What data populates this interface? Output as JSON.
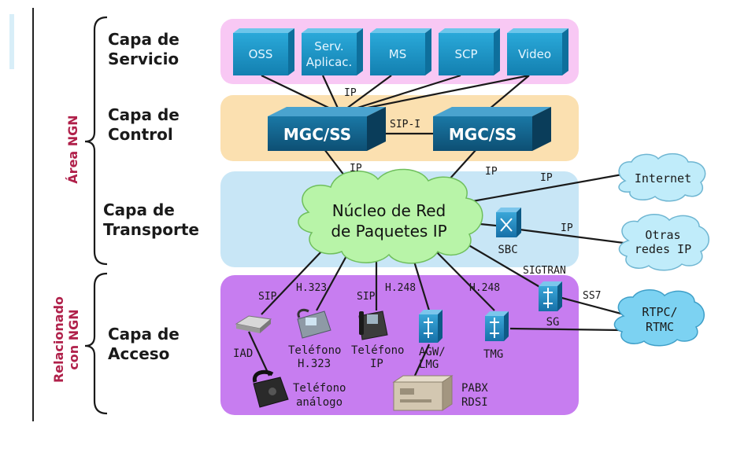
{
  "side_labels": {
    "ngn_area": "Área NGN",
    "ngn_related_1": "Relacionado",
    "ngn_related_2": "con NGN"
  },
  "layers": {
    "service": {
      "line1": "Capa de",
      "line2": "Servicio"
    },
    "control": {
      "line1": "Capa de",
      "line2": "Control"
    },
    "transport": {
      "line1": "Capa de",
      "line2": "Transporte"
    },
    "access": {
      "line1": "Capa de",
      "line2": "Acceso"
    }
  },
  "services": [
    {
      "line1": "OSS",
      "line2": ""
    },
    {
      "line1": "Serv.",
      "line2": "Aplicac."
    },
    {
      "line1": "MS",
      "line2": ""
    },
    {
      "line1": "SCP",
      "line2": ""
    },
    {
      "line1": "Video",
      "line2": ""
    }
  ],
  "control": {
    "mgc_left": "MGC/SS",
    "mgc_right": "MGC/SS",
    "link": "SIP-I"
  },
  "core": {
    "line1": "Núcleo de Red",
    "line2": "de Paquetes IP"
  },
  "clouds": {
    "internet": {
      "line1": "Internet"
    },
    "other_ip": {
      "line1": "Otras",
      "line2": "redes IP"
    },
    "pstn": {
      "line1": "RTPC/",
      "line2": "RTMC"
    }
  },
  "protocols": {
    "ip_service": "IP",
    "ip_ctrl_left": "IP",
    "ip_ctrl_right": "IP",
    "ip_internet": "IP",
    "ip_other": "IP",
    "sigtran": "SIGTRAN",
    "ss7": "SS7",
    "sip_iad": "SIP",
    "h323": "H.323",
    "sip_ip": "SIP",
    "h248_agw": "H.248",
    "h248_tmg": "H.248"
  },
  "devices": {
    "sbc": "SBC",
    "sg": "SG",
    "iad": "IAD",
    "phone_h323_1": "Teléfono",
    "phone_h323_2": "H.323",
    "phone_ip_1": "Teléfono",
    "phone_ip_2": "IP",
    "agw_1": "AGW/",
    "agw_2": "LMG",
    "tmg": "TMG",
    "analog_1": "Teléfono",
    "analog_2": "análogo",
    "pabx_1": "PABX",
    "pabx_2": "RDSI"
  },
  "colors": {
    "service_band": "#f8c8f4",
    "control_band": "#fbe0b0",
    "transport_band": "#c8e6f6",
    "access_band": "#c77df0",
    "service_box": "#1e9acb",
    "mgc_box": "#12648c",
    "core_cloud": "#b8f4a8",
    "side_cloud": "#c0ecfa",
    "pstn_cloud": "#7cd2f2"
  }
}
